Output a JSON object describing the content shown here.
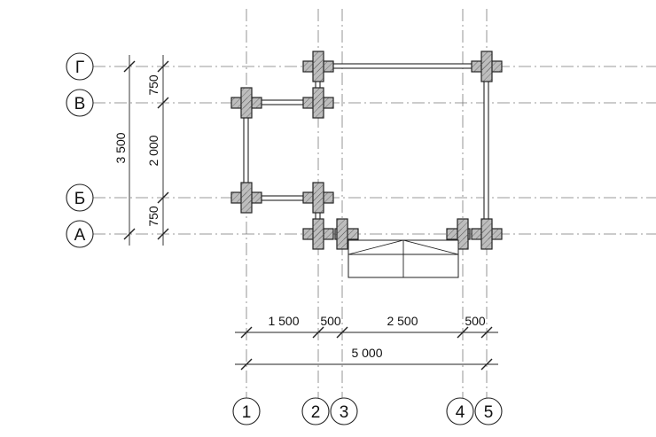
{
  "axes": {
    "rows": [
      {
        "id": "g",
        "label": "Г"
      },
      {
        "id": "v",
        "label": "В"
      },
      {
        "id": "b",
        "label": "Б"
      },
      {
        "id": "a",
        "label": "А"
      }
    ],
    "columns": [
      {
        "id": "c1",
        "label": "1"
      },
      {
        "id": "c2",
        "label": "2"
      },
      {
        "id": "c3",
        "label": "3"
      },
      {
        "id": "c4",
        "label": "4"
      },
      {
        "id": "c5",
        "label": "5"
      }
    ]
  },
  "dimensions": {
    "vertical": {
      "total": "3 500",
      "segments": [
        "750",
        "2 000",
        "750"
      ]
    },
    "horizontal": {
      "segments": [
        "1 500",
        "500",
        "2 500",
        "500"
      ],
      "total": "5 000"
    }
  },
  "colors": {
    "log_fill": "#bdbdbd",
    "line": "#222222",
    "axis": "#7a7a7a"
  }
}
